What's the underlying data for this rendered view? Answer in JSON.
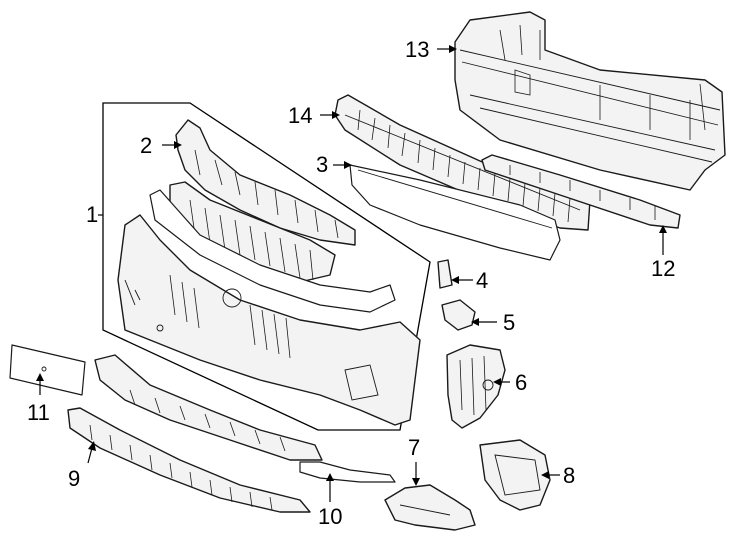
{
  "callouts": {
    "c1": "1",
    "c2": "2",
    "c3": "3",
    "c4": "4",
    "c5": "5",
    "c6": "6",
    "c7": "7",
    "c8": "8",
    "c9": "9",
    "c10": "10",
    "c11": "11",
    "c12": "12",
    "c13": "13",
    "c14": "14"
  },
  "colors": {
    "line": "#1a1a1a",
    "fill": "#f3f3f3",
    "background": "#ffffff"
  }
}
